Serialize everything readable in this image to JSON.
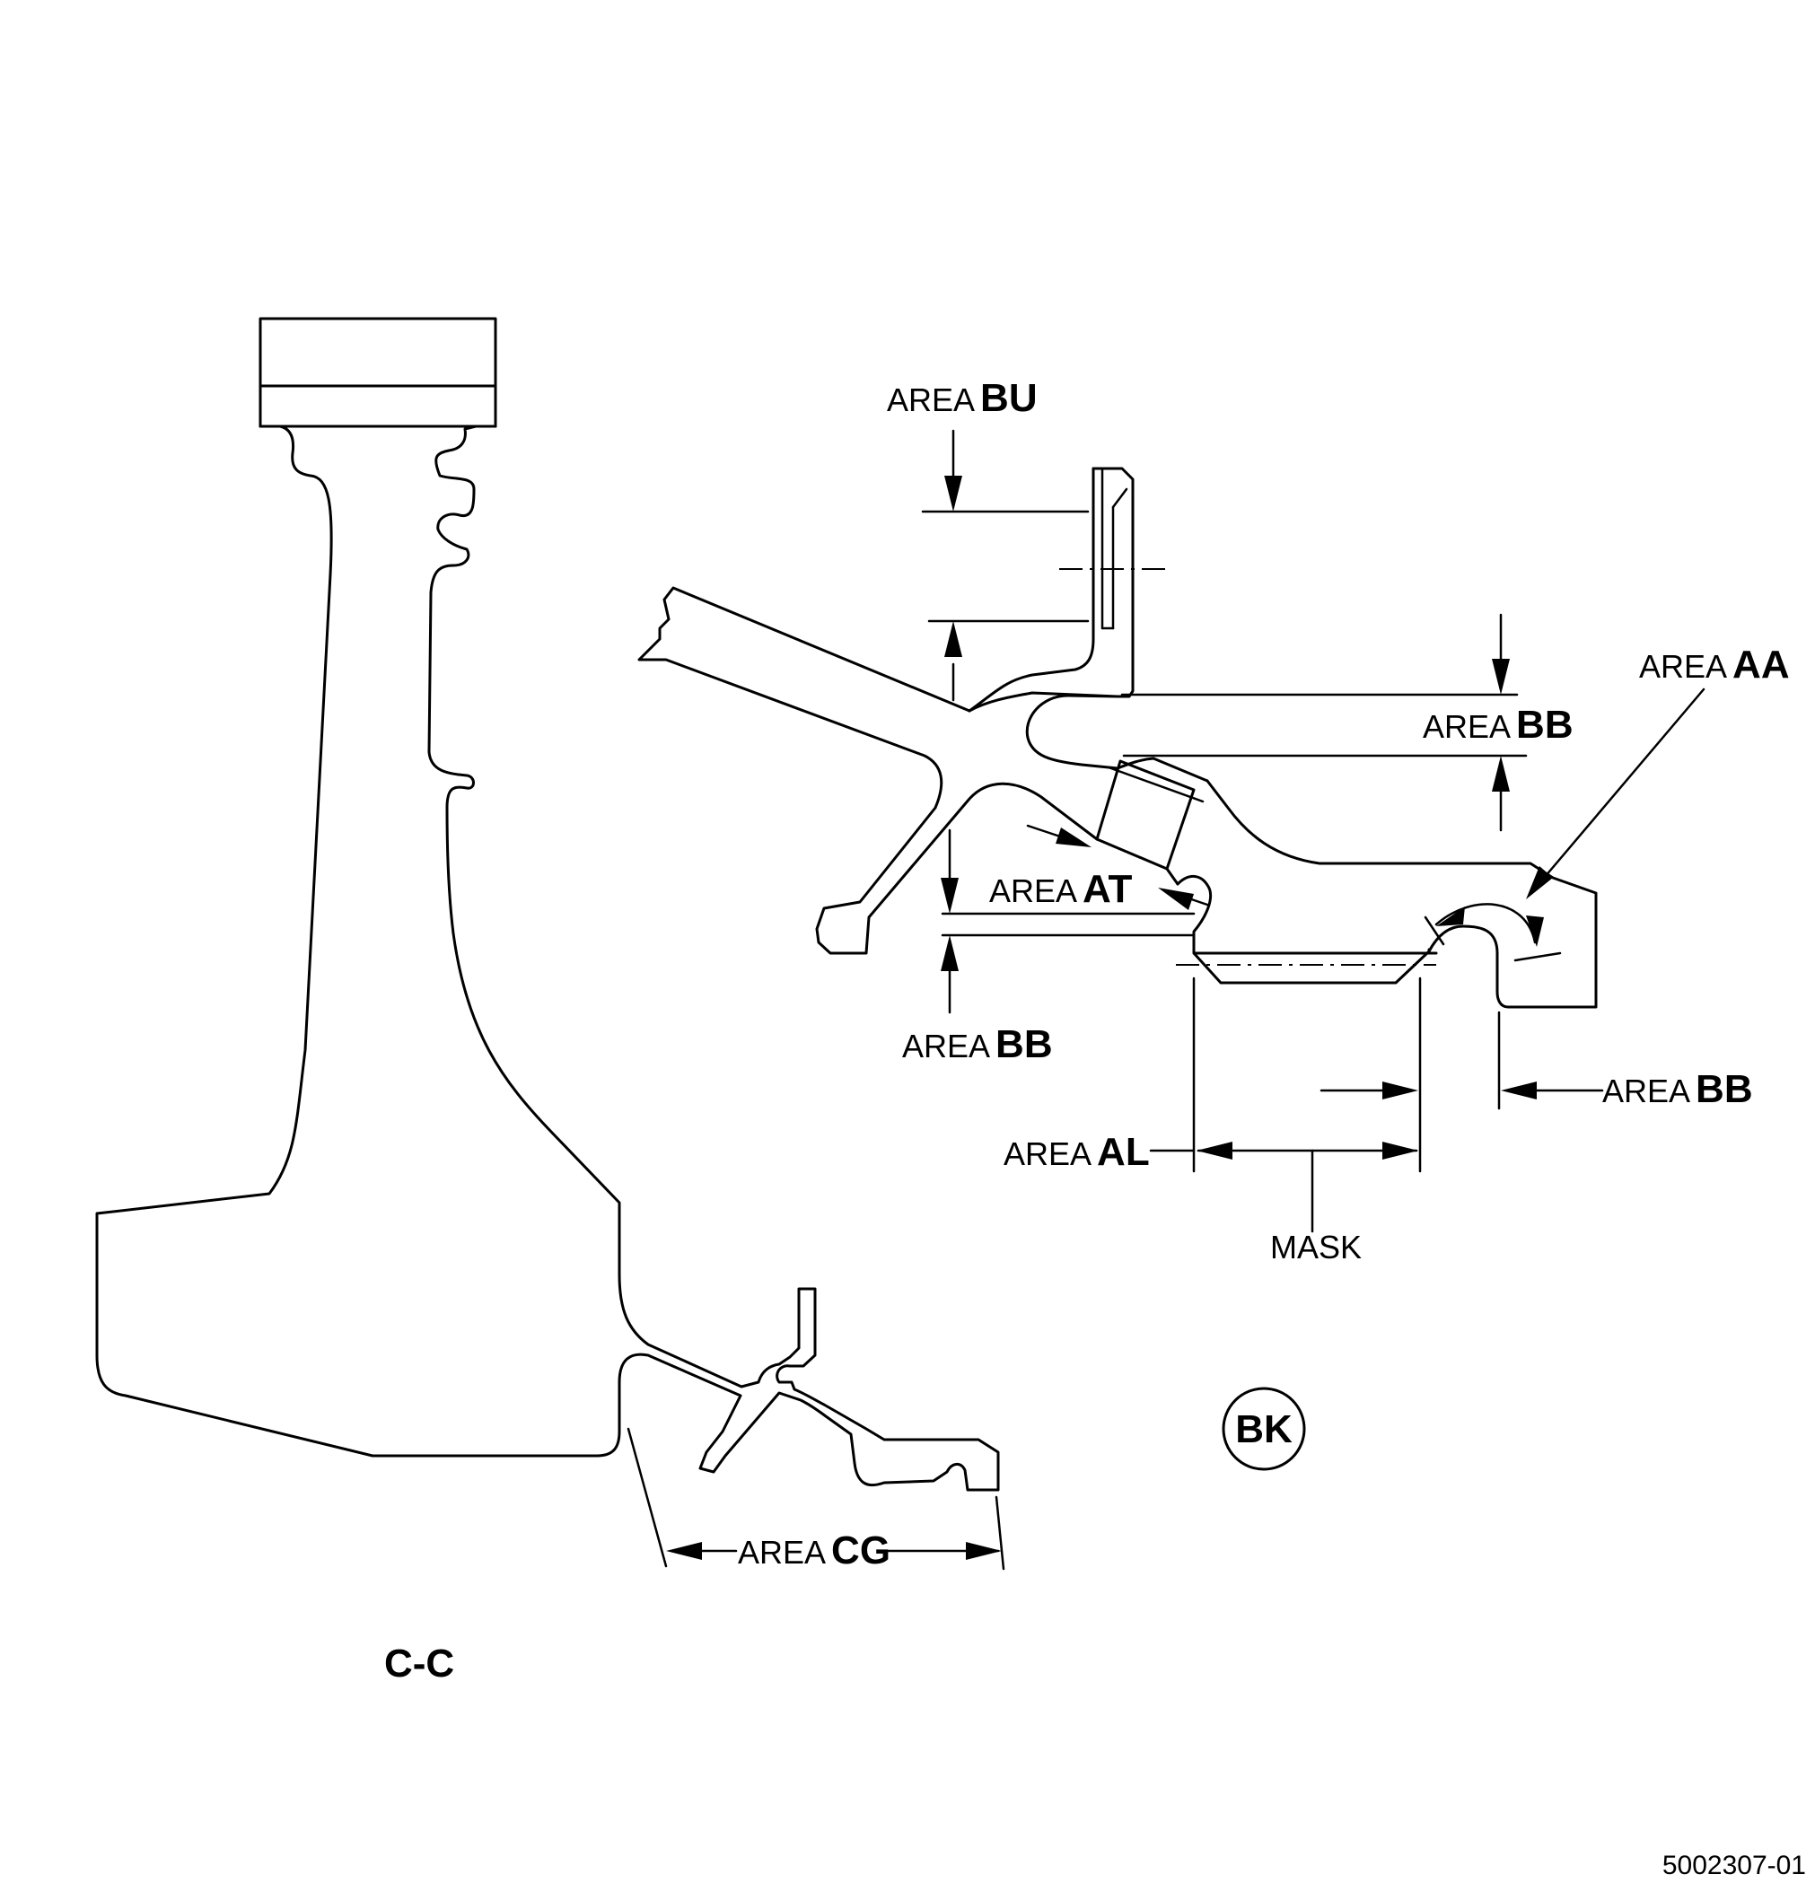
{
  "labels": {
    "area_word": "AREA",
    "bu": "BU",
    "bb": "BB",
    "aa": "AA",
    "at": "AT",
    "al": "AL",
    "cg": "CG",
    "mask": "MASK",
    "detail_id": "BK",
    "section_id": "C-C",
    "figure_number": "5002307-01"
  }
}
